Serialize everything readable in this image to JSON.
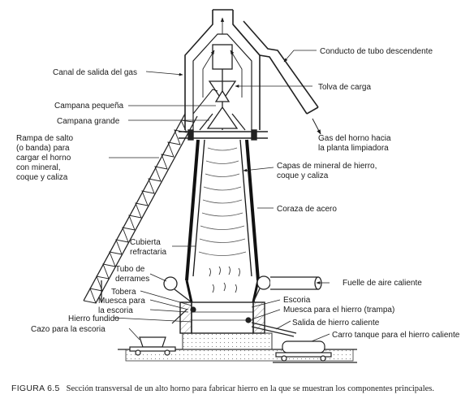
{
  "labels": {
    "conducto": "Conducto de tubo descendente",
    "canal": "Canal de salida del gas",
    "tolva": "Tolva de carga",
    "campana_pequena": "Campana pequeña",
    "campana_grande": "Campana grande",
    "gas_1": "Gas del horno hacia",
    "gas_2": "la planta limpiadora",
    "rampa_1": "Rampa de salto",
    "rampa_2": "(o banda) para",
    "rampa_3": "cargar el horno",
    "rampa_4": "con mineral,",
    "rampa_5": "coque y caliza",
    "capas_1": "Capas de mineral de hierro,",
    "capas_2": "coque y caliza",
    "coraza": "Coraza de acero",
    "cubierta_1": "Cubierta",
    "cubierta_2": "refractaria",
    "tubo_1": "Tubo de",
    "tubo_2": "derrames",
    "fuelle": "Fuelle de aire caliente",
    "tobera": "Tobera",
    "escoria": "Escoria",
    "muesca_esc_1": "Muesca para",
    "muesca_esc_2": "la escoria",
    "muesca_hierro": "Muesca para el hierro (trampa)",
    "hierro_fundido": "Hierro fundido",
    "salida": "Salida de hierro caliente",
    "cazo": "Cazo para la escoria",
    "carro": "Carro tanque para el hierro caliente"
  },
  "caption": {
    "number": "FIGURA 6.5",
    "text": "Sección transversal de un alto horno para fabricar hierro en la que se muestran los componentes principales."
  }
}
